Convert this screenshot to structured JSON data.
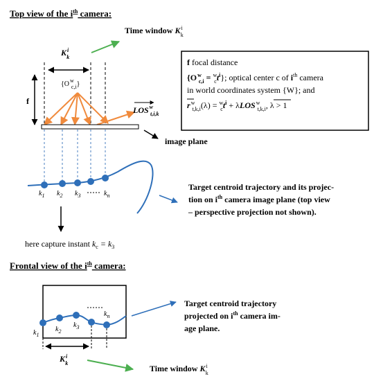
{
  "top_view": {
    "heading_main": "Top view of the i",
    "heading_sup": "th",
    "heading_end": " camera:",
    "time_window_label": "Time window ",
    "time_window_sym": "K",
    "time_window_sup": "i",
    "time_window_sub": "k",
    "k_label": "K",
    "k_sup": "i",
    "k_sub": "k",
    "oc_label": "{O",
    "oc_sup": "w",
    "oc_sub": "c,i",
    "oc_close": "}",
    "f_label": "f",
    "los_label": "LOS",
    "los_sup": "w",
    "los_sub": "t,i,k",
    "image_plane_label": "image plane",
    "k1": "k",
    "k1_sub": "1",
    "k2": "k",
    "k2_sub": "2",
    "k3": "k",
    "k3_sub": "3",
    "kn": "k",
    "kn_sub": "n",
    "capture_text": "here capture instant ",
    "capture_formula": "k",
    "capture_sub_c": "c",
    "capture_eq": " = k",
    "capture_sub_3": "3",
    "trajectory_note": [
      "Target centroid trajectory and its projec-",
      "tion on i",
      "th",
      " camera image plane (top view",
      "– perspective projection not shown)."
    ]
  },
  "info_box": {
    "line1_bold": "f",
    "line1_rest": " focal distance",
    "line2_a": "{O",
    "line2_sub": "c,i",
    "line2_sup": "w",
    "line2_eq": " = ",
    "line2_pre_sup": "w",
    "line2_pre_sub": "c",
    "line2_t": "t",
    "line2_t_sup": "i",
    "line2_rest": "}; optical center c of ",
    "line2_i": "i",
    "line2_th": "th",
    "line2_camera": " camera",
    "line3": "in world coordinates system {W}; and",
    "line4_r": "r",
    "line4_sup": "w",
    "line4_sub": "t,k,i",
    "line4_mid": "(λ) = ",
    "line4_pre_sup": "w",
    "line4_pre_sub": "c",
    "line4_t": "t",
    "line4_t_sup": "i",
    "line4_plus": " + λ",
    "line4_los": "LOS",
    "line4_los_sup": "w",
    "line4_los_sub": "t,k,i",
    "line4_end": ", λ > 1"
  },
  "frontal_view": {
    "heading_main": "Frontal view of the i",
    "heading_sup": "th",
    "heading_end": " camera:",
    "k1": "k",
    "k1_sub": "1",
    "k2": "k",
    "k2_sub": "2",
    "k3": "k",
    "k3_sub": "3",
    "kn": "k",
    "kn_sub": "n",
    "k_label": "K",
    "k_sup": "i",
    "k_sub": "k",
    "time_window_label": "Time window ",
    "time_window_sym": "K",
    "time_window_sup": "i",
    "time_window_sub": "k",
    "trajectory_note": [
      "Target  centroid  trajectory",
      "projected on i",
      "th",
      " camera im-",
      "age plane."
    ]
  },
  "colors": {
    "orange": "#f08a3c",
    "blue_dot": "#2e6fb9",
    "blue_line": "#2e6fb9",
    "dashed_blue": "#4a7fc0",
    "green": "#4caf50"
  }
}
